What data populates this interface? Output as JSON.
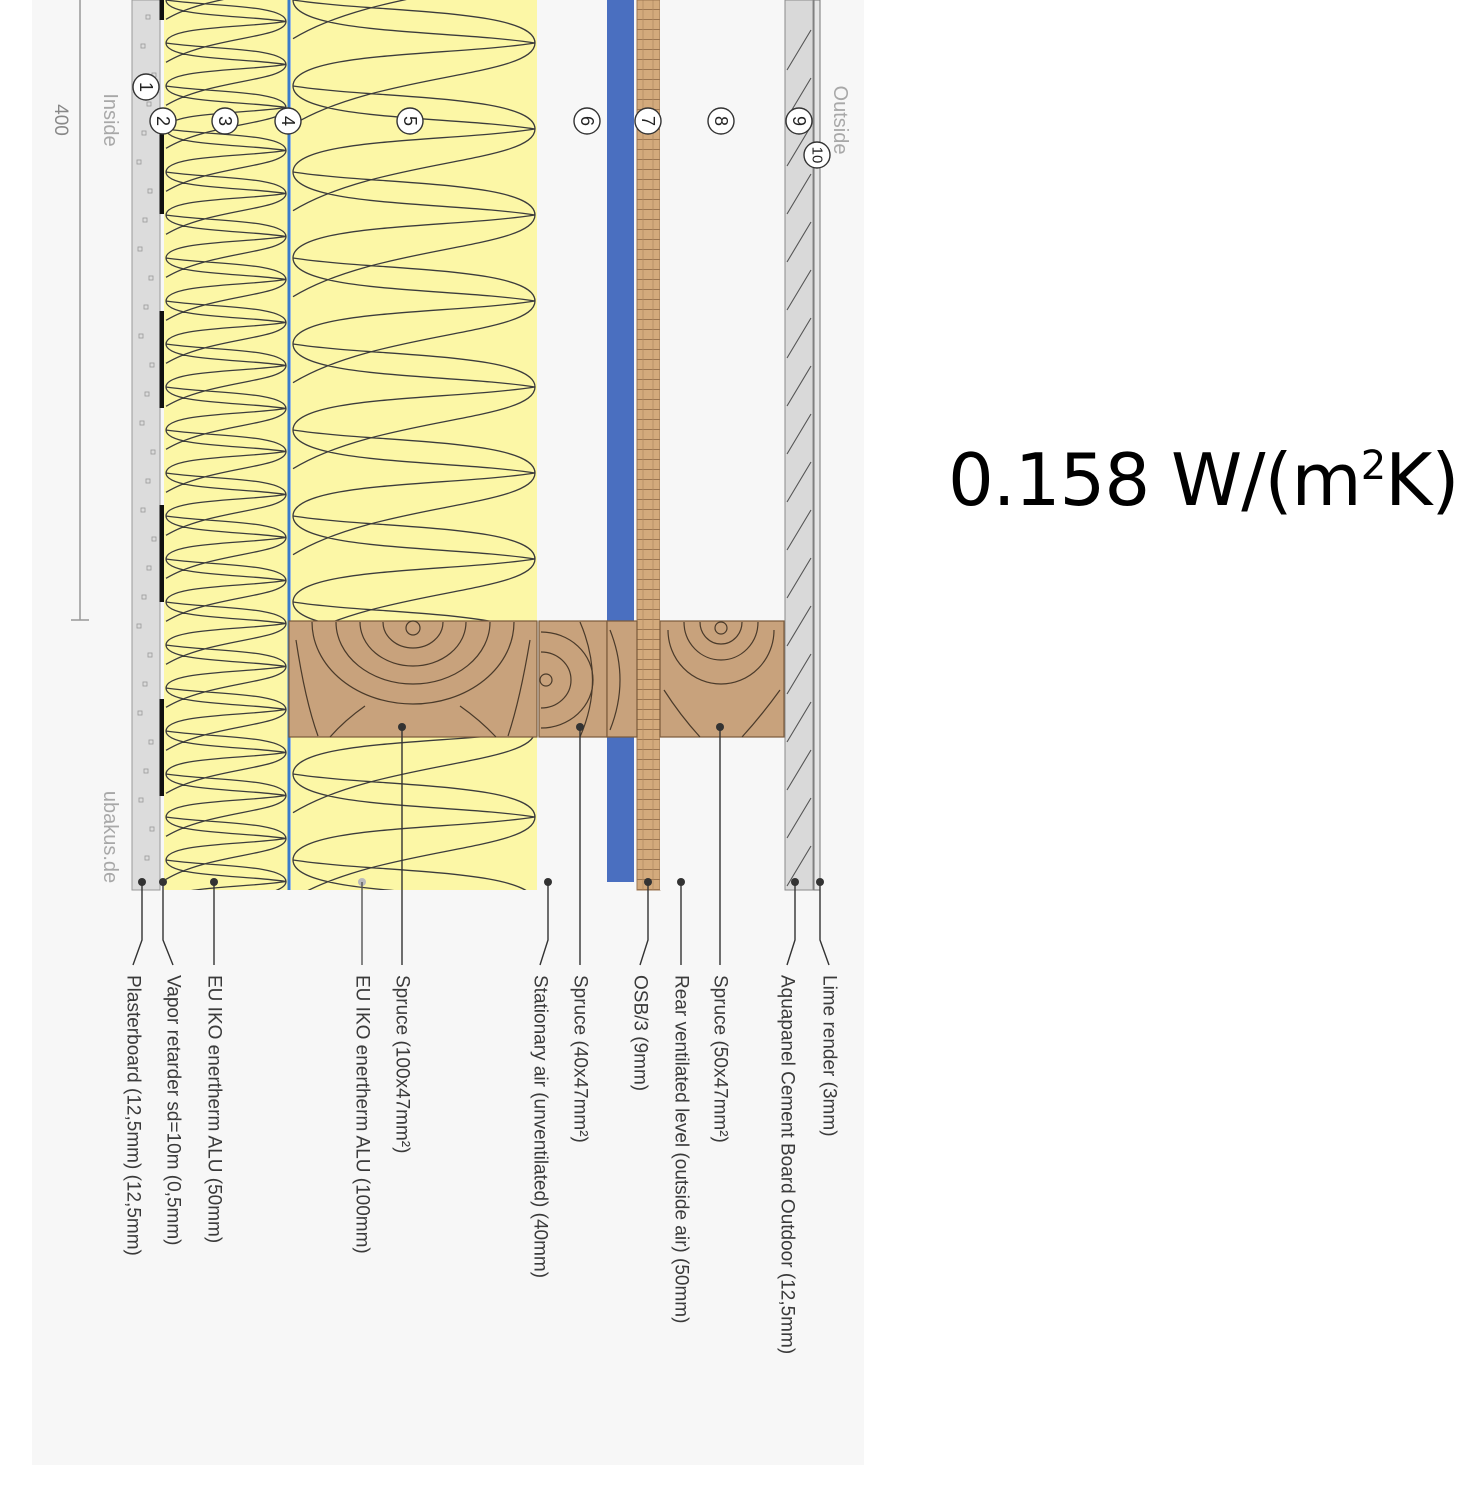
{
  "u_value": {
    "number": "0.158 W/(m",
    "exponent": "2",
    "suffix": "K)"
  },
  "diagram": {
    "scale_label": "400",
    "inside_label": "Inside",
    "outside_label": "Outside",
    "watermark": "ubakus.de",
    "layer_numbers": [
      "1",
      "2",
      "3",
      "4",
      "5",
      "6",
      "7",
      "8",
      "9",
      "10"
    ],
    "labels": [
      "Plasterboard (12,5mm) (12,5mm)",
      "Vapor retarder sd=10m (0,5mm)",
      "EU IKO enertherm ALU (50mm)",
      "EU IKO enertherm ALU (100mm)",
      "Spruce (100x47mm²)",
      "Stationary air (unventilated) (40mm)",
      "Spruce (40x47mm²)",
      "OSB/3 (9mm)",
      "Rear ventilated level (outside air) (50mm)",
      "Spruce (50x47mm²)",
      "Aquapanel Cement Board Outdoor (12,5mm)",
      "Lime render (3mm)"
    ]
  },
  "colors": {
    "panel_bg": "#f7f7f7",
    "insulation": "#fcf7a6",
    "timber": "#c8a27c",
    "osb": "#d3aa7c",
    "vapor_membrane": "#4a74c4",
    "foil": "#3a7bc8",
    "plaster": "#dcdcdc",
    "cement_board": "#d9d9d9",
    "outline": "#3c3c3c"
  }
}
